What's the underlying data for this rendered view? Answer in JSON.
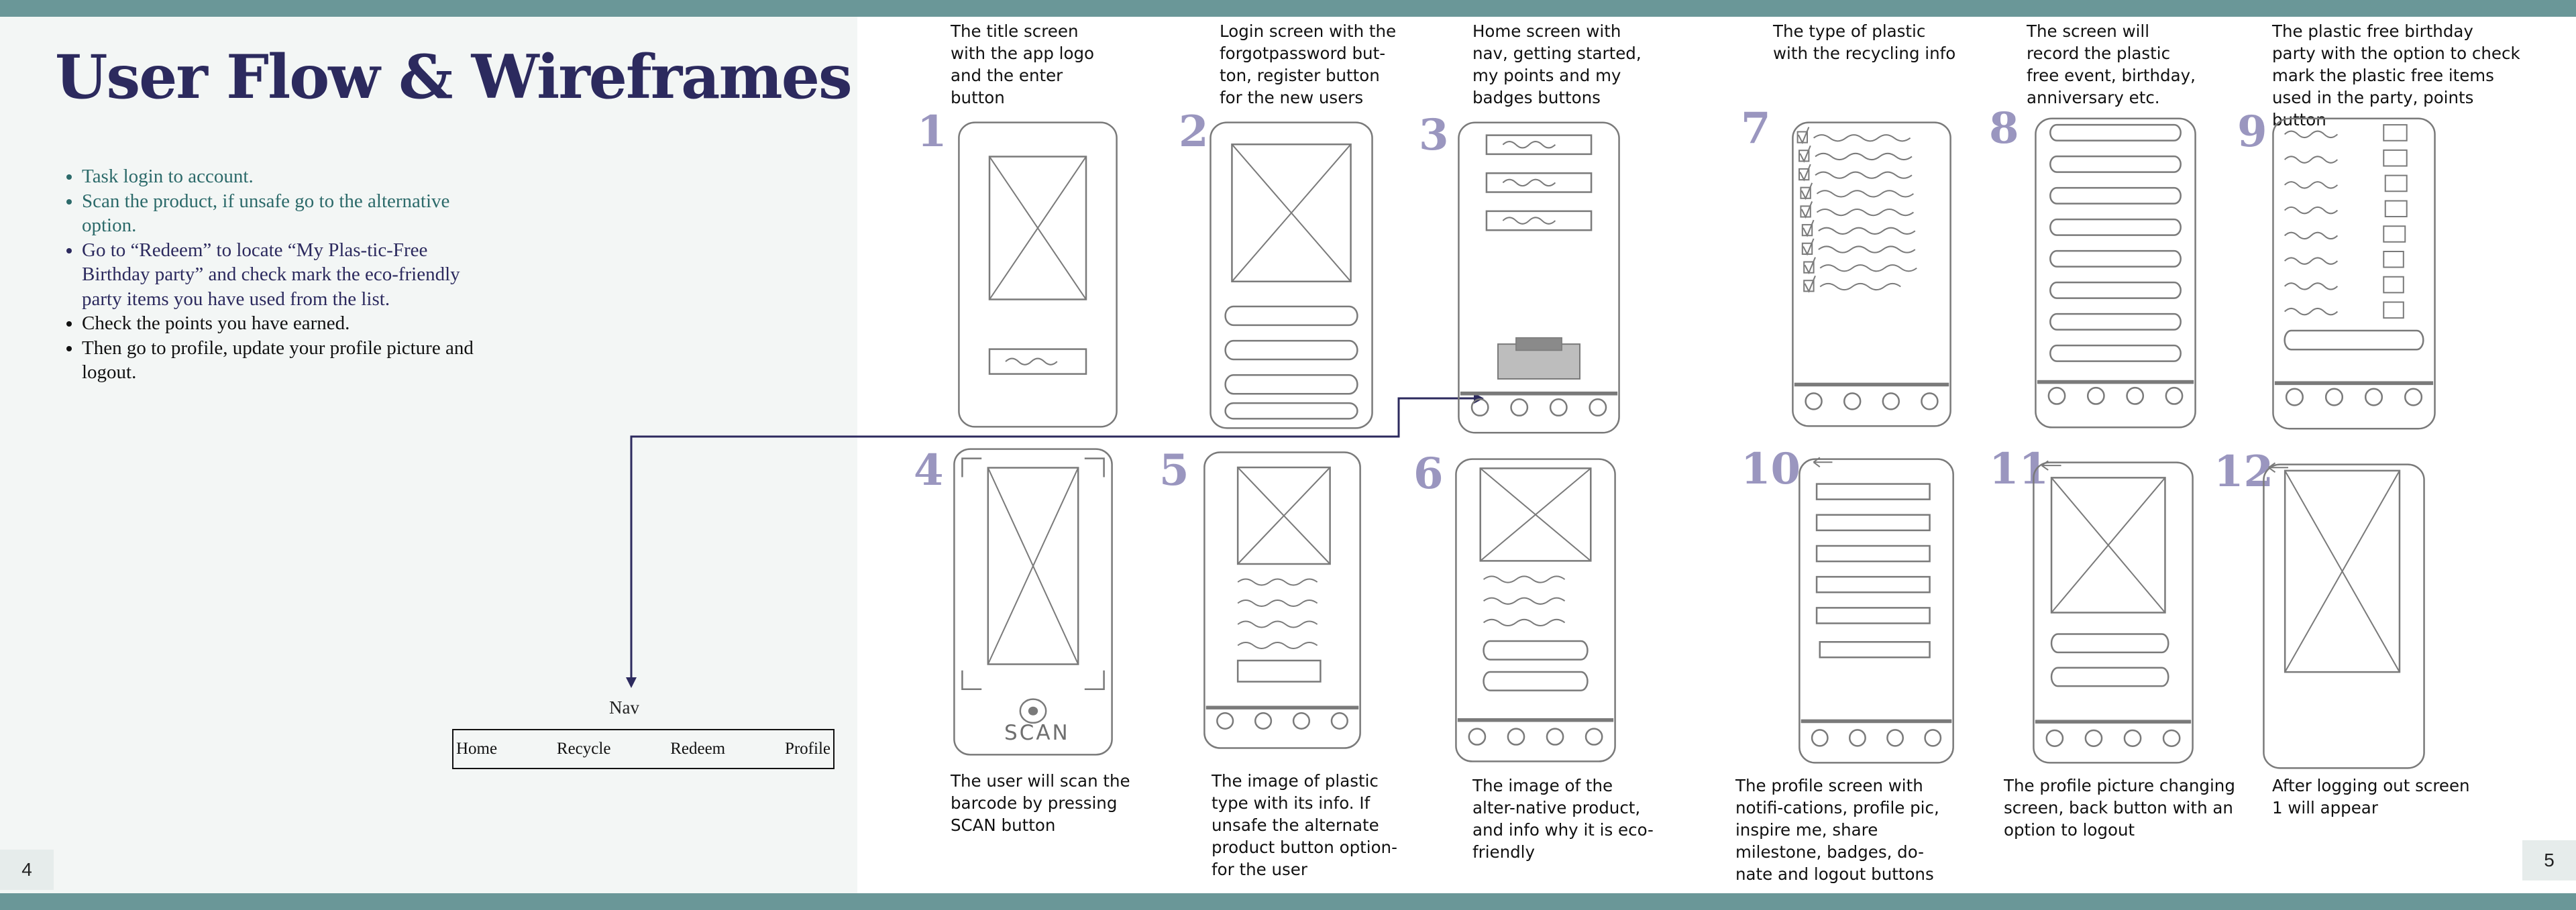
{
  "left_page": {
    "title": "User Flow & Wireframes",
    "tasks": [
      {
        "text": "Task login to account.",
        "color": "#2c6a6a"
      },
      {
        "text": "Scan the product, if unsafe go to the alternative option.",
        "color": "#2c6a6a"
      },
      {
        "text": "Go to “Redeem” to locate “My Plas-tic-Free Birthday party” and check mark the eco-friendly party items you have used from the list.",
        "color": "#2c2a5e"
      },
      {
        "text": "Check the points you have earned.",
        "color": "#111111"
      },
      {
        "text": "Then go to profile, update your profile picture and logout.",
        "color": "#111111"
      }
    ],
    "nav": {
      "label": "Nav",
      "items": [
        "Home",
        "Recycle",
        "Redeem",
        "Profile"
      ]
    },
    "page_number": "4"
  },
  "right_page": {
    "page_number": "5",
    "wireframes": [
      {
        "number": "1",
        "caption": "The title screen with the app logo and the enter button"
      },
      {
        "number": "2",
        "caption": "Login screen with the forgotpassword but-ton, register button for the new users"
      },
      {
        "number": "3",
        "caption": "Home screen with nav, getting started, my points and my badges buttons"
      },
      {
        "number": "4",
        "caption": "The user will scan the barcode by pressing SCAN button",
        "scan_label": "SCAN"
      },
      {
        "number": "5",
        "caption": "The image of plastic type with its info. If unsafe the alternate product button option-for the user"
      },
      {
        "number": "6",
        "caption": "The image of the alter-native product, and info why it is eco-friendly"
      },
      {
        "number": "7",
        "caption": "The type of plastic with the recycling info"
      },
      {
        "number": "8",
        "caption": "The screen will record the plastic free event, birthday, anniversary etc."
      },
      {
        "number": "9",
        "caption": "The plastic free birthday party with the option to check mark the plastic free items used in the party, points button"
      },
      {
        "number": "10",
        "caption": "The profile screen with notifi-cations, profile pic, inspire me, share milestone, badges, do-nate and logout buttons"
      },
      {
        "number": "11",
        "caption": "The profile picture changing screen, back button with an option to logout"
      },
      {
        "number": "12",
        "caption": "After logging out screen 1 will appear"
      }
    ]
  },
  "colors": {
    "band": "#6a9798",
    "title": "#2c2a5e",
    "teal_text": "#2c6a6a",
    "number": "#9a96bf",
    "sketch": "#7a7a7a"
  }
}
